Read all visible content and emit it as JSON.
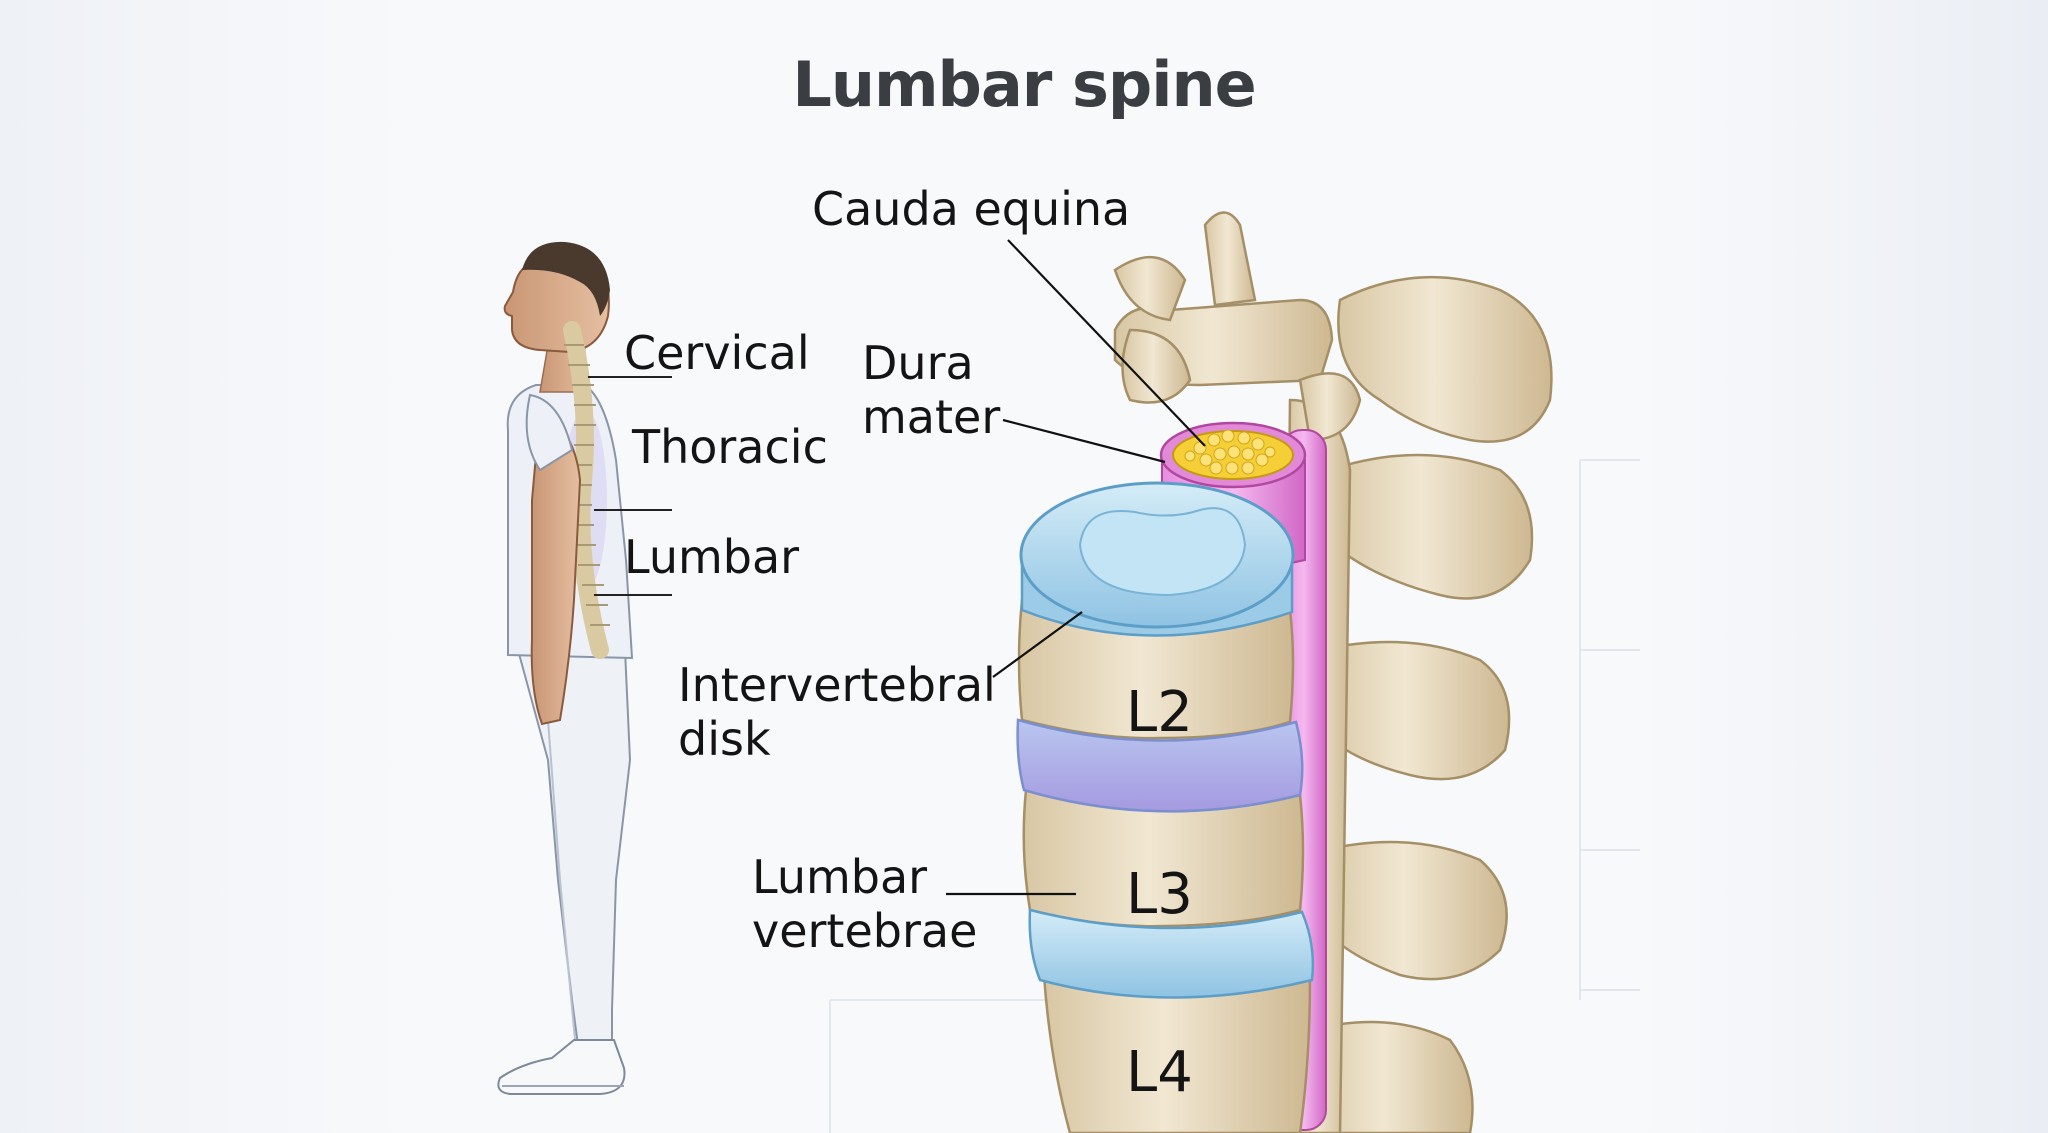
{
  "diagram": {
    "title": "Lumbar spine",
    "figure_labels": {
      "cervical": "Cervical",
      "thoracic": "Thoracic",
      "lumbar": "Lumbar"
    },
    "anatomy_labels": {
      "cauda_equina": "Cauda equina",
      "dura_mater_line1": "Dura",
      "dura_mater_line2": "mater",
      "intervertebral_disk_line1": "Intervertebral",
      "intervertebral_disk_line2": "disk",
      "lumbar_vertebrae_line1": "Lumbar",
      "lumbar_vertebrae_line2": "vertebrae"
    },
    "vertebrae": [
      "L2",
      "L3",
      "L4"
    ],
    "colors": {
      "bone": "#e9dcc0",
      "disk": "#b9dcef",
      "dura": "#e07ad4",
      "nerve": "#f2cd2a",
      "background": "#f3f5f9"
    }
  }
}
